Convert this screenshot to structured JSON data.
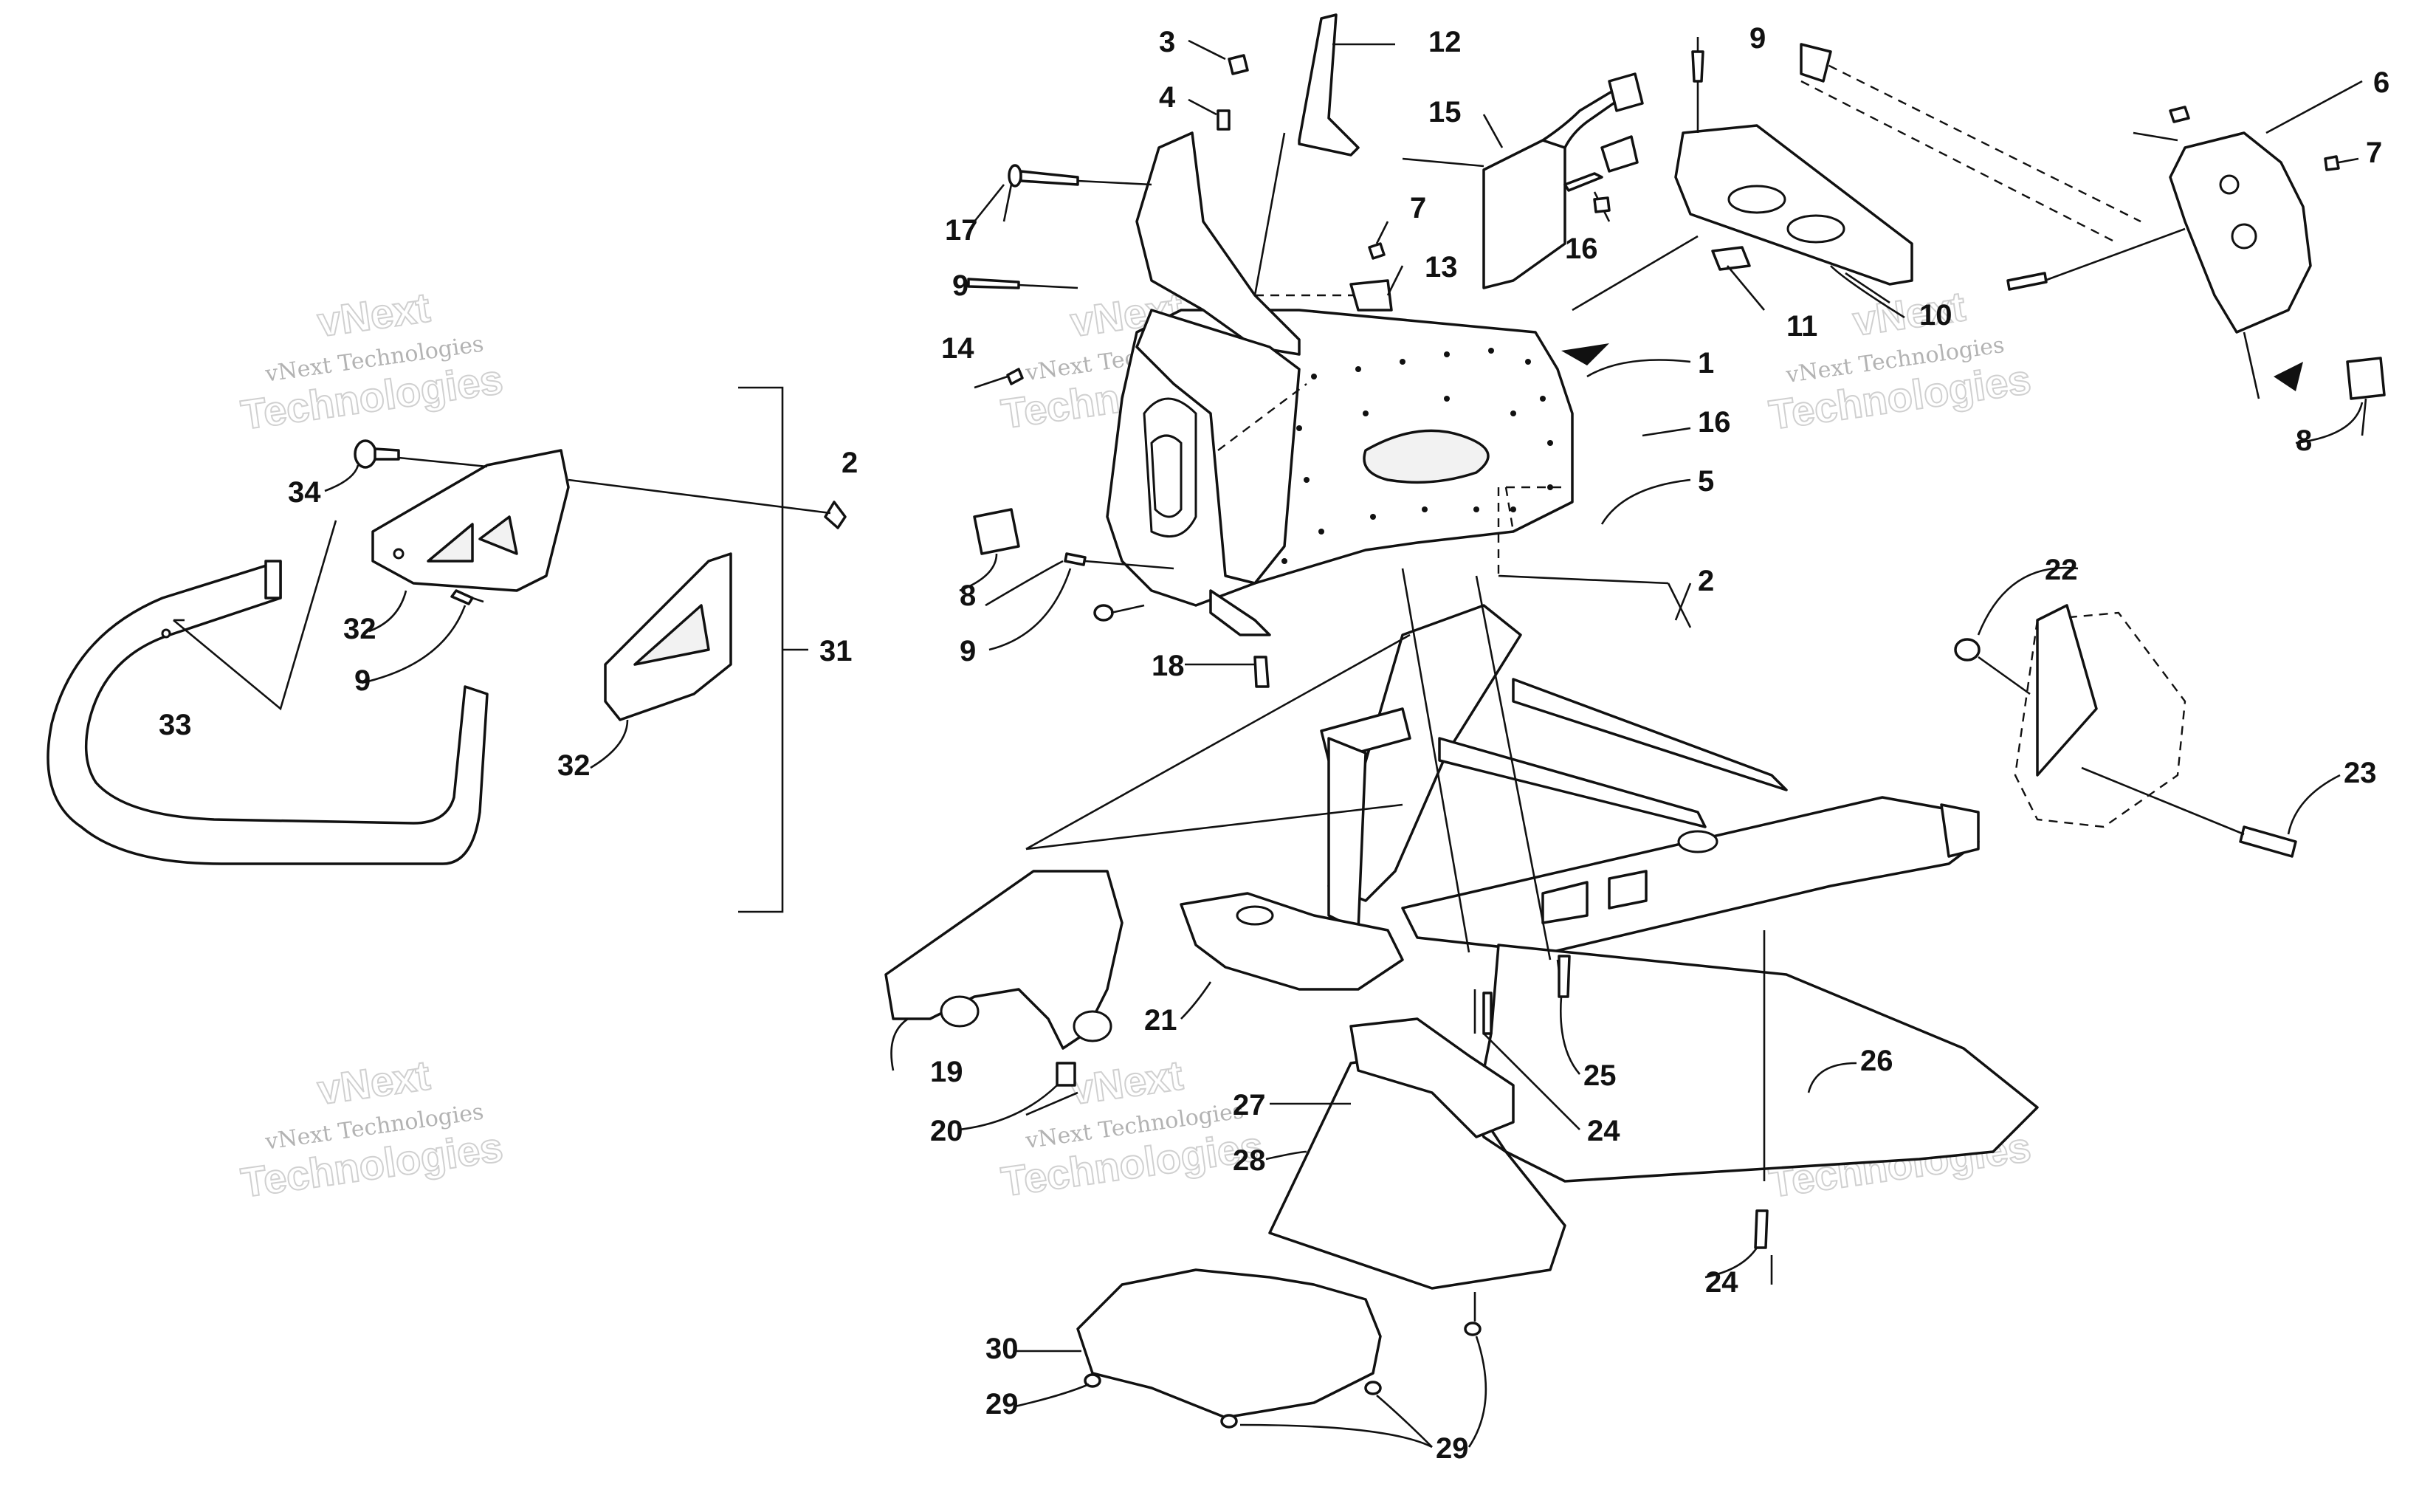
{
  "diagram": {
    "callouts": {
      "c1": "1",
      "c2a": "2",
      "c2b": "2",
      "c3": "3",
      "c4": "4",
      "c5": "5",
      "c6": "6",
      "c7a": "7",
      "c7b": "7",
      "c8a": "8",
      "c8b": "8",
      "c9a": "9",
      "c9b": "9",
      "c9c": "9",
      "c9d": "9",
      "c10": "10",
      "c11": "11",
      "c12": "12",
      "c13": "13",
      "c14": "14",
      "c15": "15",
      "c16a": "16",
      "c16b": "16",
      "c17": "17",
      "c18": "18",
      "c19": "19",
      "c20": "20",
      "c21": "21",
      "c22": "22",
      "c23": "23",
      "c24a": "24",
      "c24b": "24",
      "c25": "25",
      "c26": "26",
      "c27": "27",
      "c28": "28",
      "c29a": "29",
      "c29b": "29",
      "c30": "30",
      "c31": "31",
      "c32a": "32",
      "c32b": "32",
      "c33": "33",
      "c34": "34"
    },
    "watermark": {
      "line1": "vNext Technologies",
      "line2": "vNext",
      "line3": "Technologies"
    }
  }
}
